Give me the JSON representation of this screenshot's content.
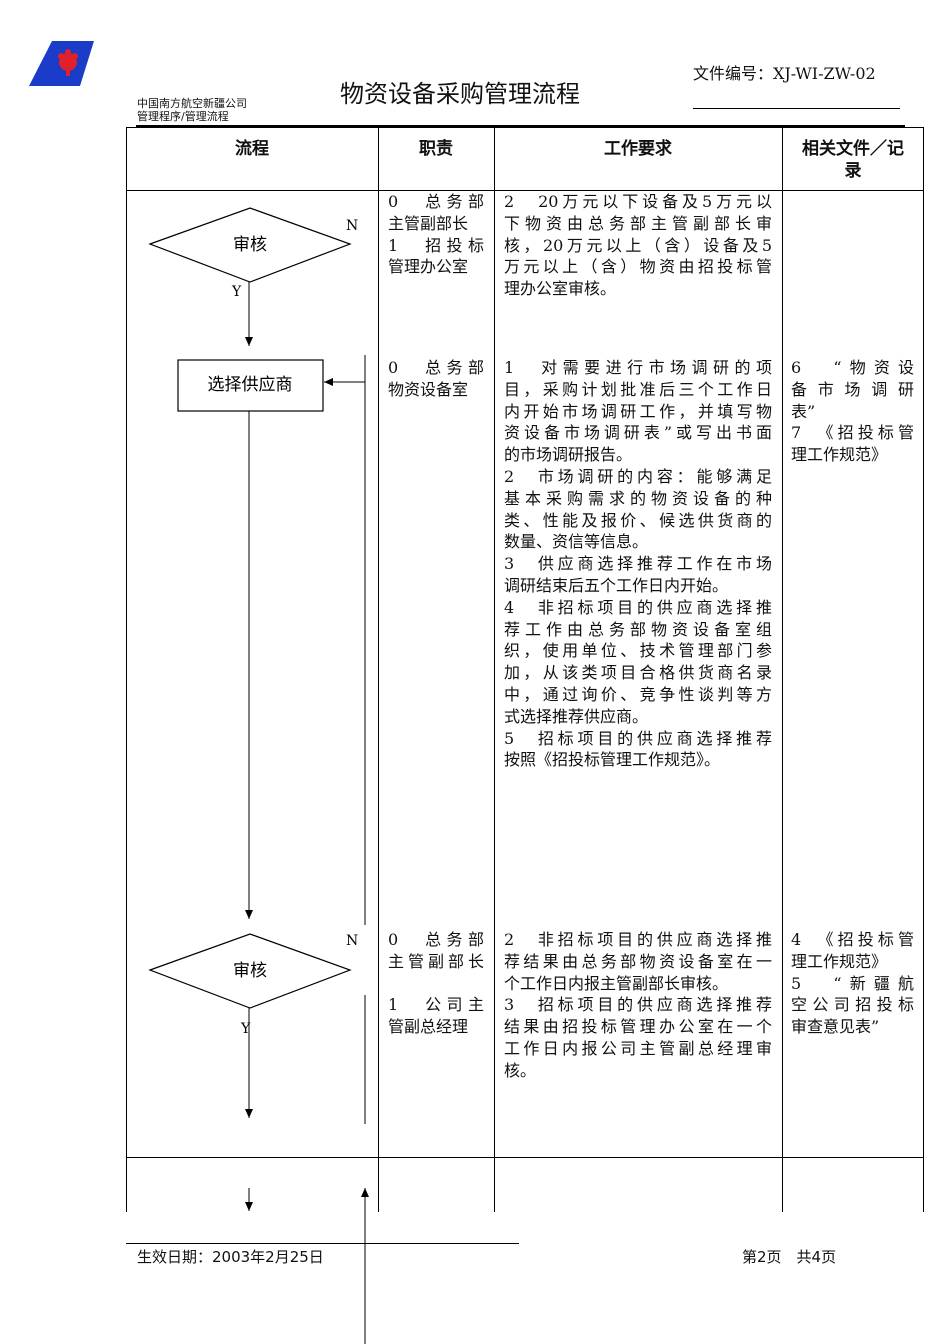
{
  "header": {
    "title": "物资设备采购管理流程",
    "doc_number": "文件编号：XJ-WI-ZW-02",
    "org_line1": "中国南方航空新疆公司",
    "org_line2": "管理程序/管理流程",
    "logo_color": "#1a3cc8",
    "logo_accent": "#e0202a"
  },
  "table": {
    "columns": [
      "流程",
      "职责",
      "工作要求"
    ],
    "column4_line1": "相关文件／记",
    "column4_line2": "录"
  },
  "flow": {
    "review1": "审核",
    "review1_no": "N",
    "review1_yes": "Y",
    "select_supplier": "选择供应商",
    "review2": "审核",
    "review2_no": "N",
    "review2_yes": "Y"
  },
  "rows": [
    {
      "duty": [
        "0　总务部",
        "主管副部长",
        "1　招投标",
        "管理办公室"
      ],
      "requirements": [
        "2　20万元以下设备及5万元以",
        "下物资由总务部主管副部长审",
        "核，20万元以上（含）设备及5",
        "万元以上（含）物资由招投标管",
        "理办公室审核。"
      ],
      "documents": []
    },
    {
      "duty": [
        "0　总务部",
        "物资设备室"
      ],
      "requirements": [
        "1　对需要进行市场调研的项",
        "目，采购计划批准后三个工作日",
        "内开始市场调研工作，并填写物",
        "资设备市场调研表”或写出书面",
        "的市场调研报告。",
        "2　市场调研的内容：能够满足",
        "基本采购需求的物资设备的种",
        "类、性能及报价、候选供货商的",
        "数量、资信等信息。",
        "3　供应商选择推荐工作在市场",
        "调研结束后五个工作日内开始。",
        "4　非招标项目的供应商选择推",
        "荐工作由总务部物资设备室组",
        "织，使用单位、技术管理部门参",
        "加，从该类项目合格供货商名录",
        "中，通过询价、竞争性谈判等方",
        "式选择推荐供应商。",
        "5　招标项目的供应商选择推荐",
        "按照《招投标管理工作规范》。"
      ],
      "documents": [
        "6　“物资设",
        "备市场调研",
        "表”",
        "7　《招投标管",
        "理工作规范》"
      ]
    },
    {
      "duty": [
        "0　总务部",
        "主管副部长",
        "",
        "1　公司主",
        "管副总经理"
      ],
      "requirements": [
        "2　非招标项目的供应商选择推",
        "荐结果由总务部物资设备室在一",
        "个工作日内报主管副部长审核。",
        "3　招标项目的供应商选择推荐",
        "结果由招投标管理办公室在一个",
        "工作日内报公司主管副总经理审",
        "核。"
      ],
      "documents": [
        "4　《招投标管",
        "理工作规范》",
        "5　“新疆航",
        "空公司招投标",
        "审查意见表”"
      ]
    }
  ],
  "footer": {
    "effective_date": "生效日期：2003年2月25日",
    "page": "第2页　共4页"
  }
}
